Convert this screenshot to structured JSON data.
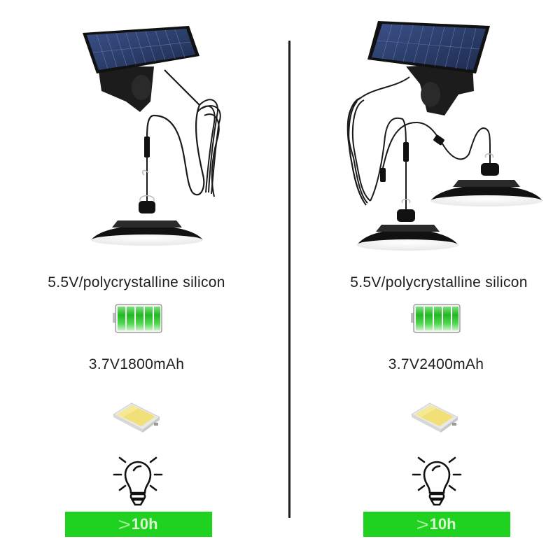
{
  "columns": [
    {
      "id": "single",
      "illustration": "solar-panel-with-one-pendant-lamp",
      "solar_spec": "5.5V/polycrystalline silicon",
      "battery_icon": "battery-full-icon",
      "battery_spec": "3.7V1800mAh",
      "led_icon": "led-chip-icon",
      "bulb_icon": "light-bulb-icon",
      "runtime": {
        "symbol": ">",
        "value": "10h"
      }
    },
    {
      "id": "double",
      "illustration": "solar-panel-with-two-pendant-lamps",
      "solar_spec": "5.5V/polycrystalline silicon",
      "battery_icon": "battery-full-icon",
      "battery_spec": "3.7V2400mAh",
      "led_icon": "led-chip-icon",
      "bulb_icon": "light-bulb-icon",
      "runtime": {
        "symbol": ">",
        "value": "10h"
      }
    }
  ],
  "colors": {
    "runtime_bar": "#1fd21f",
    "battery_green": "#2ecc2e",
    "divider": "#1c1c1c",
    "panel_blue": "#2b3d66"
  }
}
